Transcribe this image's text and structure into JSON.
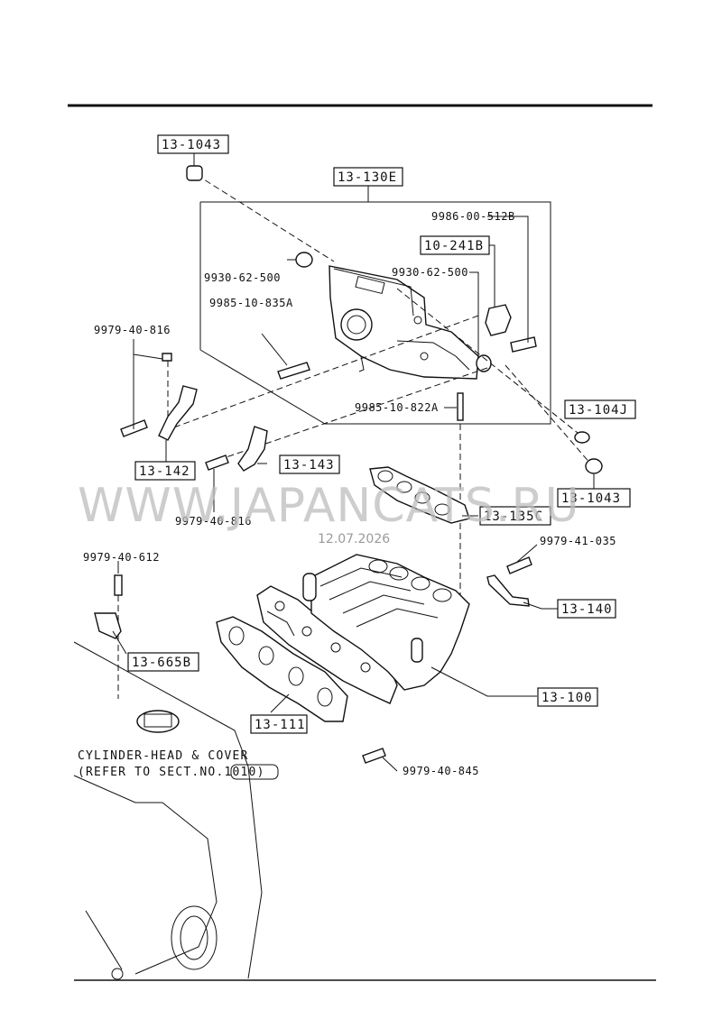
{
  "parts": {
    "p_13_1043_top": "13-1043",
    "p_13_130E": "13-130E",
    "p_9986_00_512B": "9986-00-512B",
    "p_10_241B": "10-241B",
    "p_9930_62_500_a": "9930-62-500",
    "p_9930_62_500_b": "9930-62-500",
    "p_9985_10_835A": "9985-10-835A",
    "p_9979_40_816_a": "9979-40-816",
    "p_9985_10_822A": "9985-10-822A",
    "p_13_104J": "13-104J",
    "p_13_142": "13-142",
    "p_13_143": "13-143",
    "p_13_1043_bottom": "13-1043",
    "p_13_135C": "13-135C",
    "p_9979_40_816_b": "9979-40-816",
    "p_9979_41_035": "9979-41-035",
    "p_9979_40_612": "9979-40-612",
    "p_13_140": "13-140",
    "p_13_665B": "13-665B",
    "p_13_100": "13-100",
    "p_13_111": "13-111",
    "p_9979_40_845": "9979-40-845"
  },
  "note": {
    "line1": "CYLINDER-HEAD & COVER",
    "line2": "(REFER TO SECT.NO.1010)"
  },
  "watermark": {
    "text": "WWW.JAPANCATS.RU",
    "date": "12.07.2026"
  }
}
